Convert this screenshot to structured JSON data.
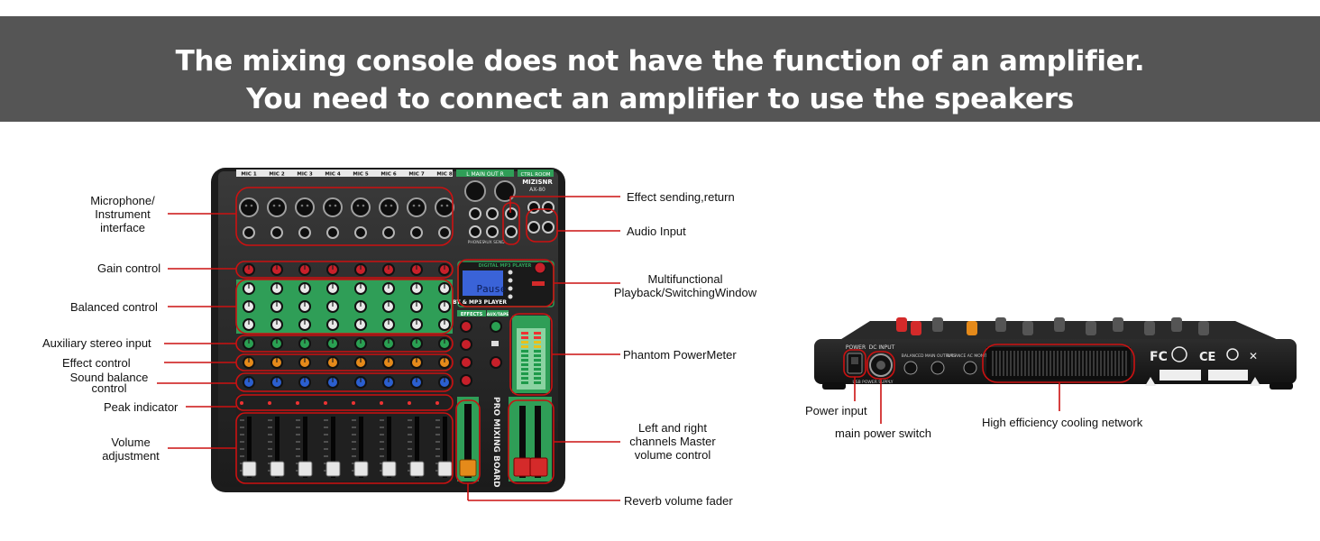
{
  "banner": {
    "line1": "The mixing console does not have the function of an amplifier.",
    "line2": "You need to connect an amplifier to use the speakers"
  },
  "mixer": {
    "channel_labels": [
      "MIC 1",
      "MIC 2",
      "MIC 3",
      "MIC 4",
      "MIC 5",
      "MIC 6",
      "MIC 7",
      "MIC 8"
    ],
    "main_out": "L  MAIN OUT R",
    "ctrl_room": "CTRL ROOM",
    "brand": "MIZISNR",
    "model": "AX-80",
    "player_title": "DIGITAL MP3 PLAYER",
    "player_subtitle": "BT & MP3 PLAYER",
    "lcd_text": "Pause",
    "effects_label": "EFFECTS",
    "aux_tape_label": "AUX/TAPE",
    "side_text": "PRO MIXING BOARD",
    "phones": "PHONES",
    "aux_send": "AUX SEND"
  },
  "callouts": {
    "microphone": [
      "Microphone/",
      "Instrument",
      "interface"
    ],
    "gain": "Gain control",
    "balanced": "Balanced control",
    "aux_stereo": "Auxiliary stereo input",
    "effect": "Effect control",
    "sound_balance": [
      "Sound balance",
      "control"
    ],
    "peak": "Peak indicator",
    "volume": [
      "Volume",
      "adjustment"
    ],
    "effect_send": "Effect sending,return",
    "audio_input": "Audio Input",
    "multifunctional": [
      "Multifunctional",
      "Playback/SwitchingWindow"
    ],
    "phantom": "Phantom PowerMeter",
    "master": [
      "Left and right",
      "channels Master",
      "volume control"
    ],
    "reverb": "Reverb volume fader",
    "power_input": "Power input",
    "main_power": "main power switch",
    "cooling": "High efficiency cooling network"
  },
  "rear": {
    "power": "POWER",
    "dc_input": "DC INPUT",
    "usb_power": "USB POWER SUPPLY",
    "balanced_main": "BALANCED MAIN OUTPUTS",
    "balanced_ac": "BALANCE AC MONITOR",
    "fc": "FC",
    "ce": "CE"
  },
  "colors": {
    "banner": "#555555",
    "callout_red": "#cc1111",
    "panel_green": "#2f9e57",
    "knob_red": "#c8202a",
    "knob_orange": "#e58a1a",
    "knob_blue": "#2b5fd0",
    "lcd_blue": "#3a63d8"
  }
}
